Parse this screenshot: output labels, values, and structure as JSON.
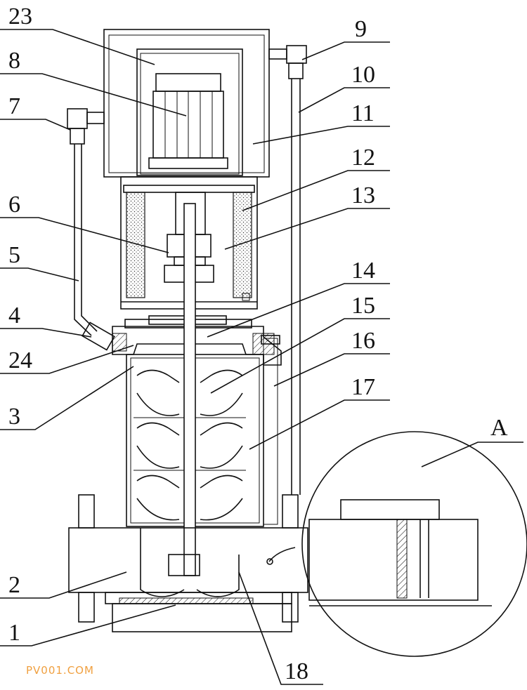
{
  "labels": [
    "23",
    "8",
    "7",
    "6",
    "5",
    "4",
    "24",
    "3",
    "2",
    "1",
    "9",
    "10",
    "11",
    "12",
    "13",
    "14",
    "15",
    "16",
    "17",
    "A",
    "18"
  ],
  "watermark": "PV001.COM",
  "colors": {
    "line": "#111111",
    "watermark": "#f0a040"
  }
}
